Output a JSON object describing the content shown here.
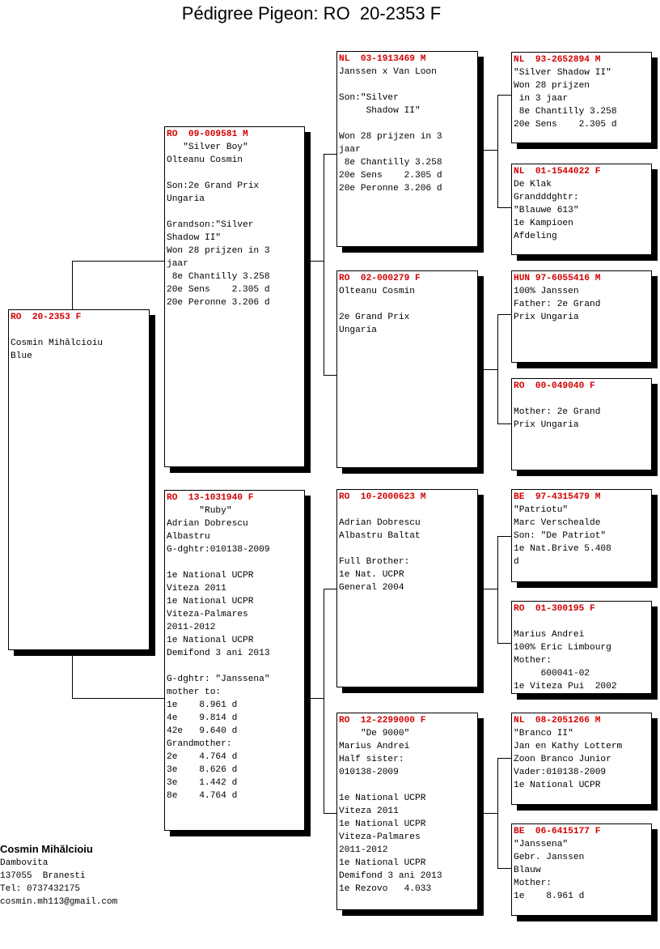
{
  "title": "Pédigree Pigeon: RO  20-2353 F",
  "subject": {
    "ring": "RO  20-2353 F",
    "lines": [
      "",
      "Cosmin Mihălcioiu",
      "Blue"
    ]
  },
  "sire": {
    "ring": "RO  09-009581 M",
    "lines": [
      "   \"Silver Boy\"",
      "Olteanu Cosmin",
      "",
      "Son:2e Grand Prix",
      "Ungaria",
      "",
      "Grandson:\"Silver",
      "Shadow II\"",
      "Won 28 prijzen in 3",
      "jaar",
      " 8e Chantilly 3.258",
      "20e Sens    2.305 d",
      "20e Peronne 3.206 d"
    ]
  },
  "dam": {
    "ring": "RO  13-1031940 F",
    "lines": [
      "      \"Ruby\"",
      "Adrian Dobrescu",
      "Albastru",
      "G-dghtr:010138-2009",
      "",
      "1e National UCPR",
      "Viteza 2011",
      "1e National UCPR",
      "Viteza-Palmares",
      "2011-2012",
      "1e National UCPR",
      "Demifond 3 ani 2013",
      "",
      "G-dghtr: \"Janssena\"",
      "mother to:",
      "1e    8.961 d",
      "4e    9.814 d",
      "42e   9.640 d",
      "Grandmother:",
      "2e    4.764 d",
      "3e    8.626 d",
      "3e    1.442 d",
      "8e    4.764 d"
    ]
  },
  "ss": {
    "ring": "NL  03-1913469 M",
    "lines": [
      "Janssen x Van Loon",
      "",
      "Son:\"Silver",
      "     Shadow II\"",
      "",
      "Won 28 prijzen in 3",
      "jaar",
      " 8e Chantilly 3.258",
      "20e Sens    2.305 d",
      "20e Peronne 3.206 d"
    ]
  },
  "sd": {
    "ring": "RO  02-000279 F",
    "lines": [
      "Olteanu Cosmin",
      "",
      "2e Grand Prix",
      "Ungaria"
    ]
  },
  "ds": {
    "ring": "RO  10-2000623 M",
    "lines": [
      "",
      "Adrian Dobrescu",
      "Albastru Baltat",
      "",
      "Full Brother:",
      "1e Nat. UCPR",
      "General 2004"
    ]
  },
  "dd": {
    "ring": "RO  12-2299000 F",
    "lines": [
      "    \"De 9000\"",
      "Marius Andrei",
      "Half sister:",
      "010138-2009",
      "",
      "1e National UCPR",
      "Viteza 2011",
      "1e National UCPR",
      "Viteza-Palmares",
      "2011-2012",
      "1e National UCPR",
      "Demifond 3 ani 2013",
      "1e Rezovo   4.033"
    ]
  },
  "sss": {
    "ring": "NL  93-2652894 M",
    "lines": [
      "\"Silver Shadow II\"",
      "Won 28 prijzen",
      " in 3 jaar",
      " 8e Chantilly 3.258",
      "20e Sens    2.305 d"
    ]
  },
  "ssd": {
    "ring": "NL  01-1544022 F",
    "lines": [
      "De Klak",
      "Grandddghtr:",
      "\"Blauwe 613\"",
      "1e Kampioen",
      "Afdeling"
    ]
  },
  "sds": {
    "ring": "HUN 97-6055416 M",
    "lines": [
      "100% Janssen",
      "Father: 2e Grand",
      "Prix Ungaria"
    ]
  },
  "sdd": {
    "ring": "RO  00-049040 F",
    "lines": [
      "",
      "Mother: 2e Grand",
      "Prix Ungaria"
    ]
  },
  "dss": {
    "ring": "BE  97-4315479 M",
    "lines": [
      "\"Patriotu\"",
      "Marc Verschealde",
      "Son: \"De Patriot\"",
      "1e Nat.Brive 5.408",
      "d"
    ]
  },
  "dsd": {
    "ring": "RO  01-300195 F",
    "lines": [
      "",
      "Marius Andrei",
      "100% Eric Limbourg",
      "Mother:",
      "     600041-02",
      "1e Viteza Pui  2002"
    ]
  },
  "dds": {
    "ring": "NL  08-2051266 M",
    "lines": [
      "\"Branco II\"",
      "Jan en Kathy Lotterm",
      "Zoon Branco Junior",
      "Vader:010138-2009",
      "1e National UCPR"
    ]
  },
  "ddd": {
    "ring": "BE  06-6415177 F",
    "lines": [
      "\"Janssena\"",
      "Gebr. Janssen",
      "Blauw",
      "Mother:",
      "1e    8.961 d"
    ]
  },
  "breeder": {
    "name": "Cosmin Mihălcioiu",
    "region": "Dambovita",
    "address": "137055  Branesti",
    "phone": "Tel: 0737432175",
    "email": "cosmin.mh113@gmail.com"
  }
}
